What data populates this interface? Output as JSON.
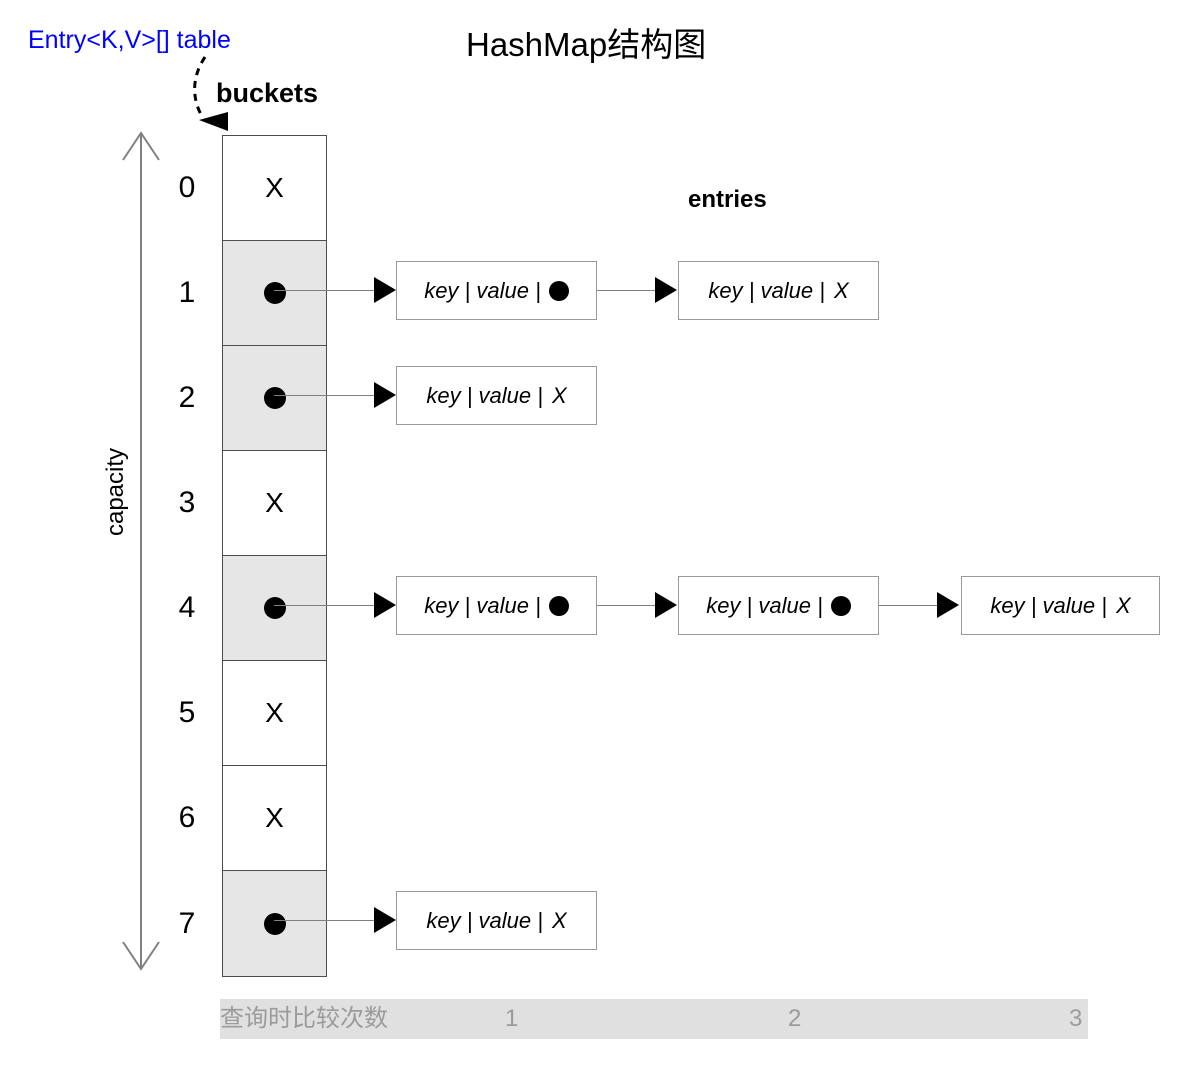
{
  "title": "HashMap结构图",
  "labels": {
    "table_ref": "Entry<K,V>[] table",
    "buckets": "buckets",
    "entries": "entries",
    "capacity": "capacity"
  },
  "colors": {
    "table_ref": "#0000ff",
    "filled_cell": "#e6e6e6",
    "empty_cell": "#ffffff",
    "cell_border": "#4d4d4d",
    "entry_border": "#999999",
    "legend_bar": "#e0e0e0",
    "legend_text": "#9b9b9b",
    "arrow": "#000000"
  },
  "entry_parts": {
    "key": "key",
    "separator": "|",
    "value": "value",
    "null_marker": "X",
    "pointer_icon": "filled-circle"
  },
  "buckets": [
    {
      "index": "0",
      "state": "empty",
      "marker": "X",
      "chain": []
    },
    {
      "index": "1",
      "state": "filled",
      "marker": "filled-circle",
      "chain": [
        {
          "key": "key",
          "value": "value",
          "next": "filled-circle"
        },
        {
          "key": "key",
          "value": "value",
          "next": "X"
        }
      ]
    },
    {
      "index": "2",
      "state": "filled",
      "marker": "filled-circle",
      "chain": [
        {
          "key": "key",
          "value": "value",
          "next": "X"
        }
      ]
    },
    {
      "index": "3",
      "state": "empty",
      "marker": "X",
      "chain": []
    },
    {
      "index": "4",
      "state": "filled",
      "marker": "filled-circle",
      "chain": [
        {
          "key": "key",
          "value": "value",
          "next": "filled-circle"
        },
        {
          "key": "key",
          "value": "value",
          "next": "filled-circle"
        },
        {
          "key": "key",
          "value": "value",
          "next": "X"
        }
      ]
    },
    {
      "index": "5",
      "state": "empty",
      "marker": "X",
      "chain": []
    },
    {
      "index": "6",
      "state": "empty",
      "marker": "X",
      "chain": []
    },
    {
      "index": "7",
      "state": "filled",
      "marker": "filled-circle",
      "chain": [
        {
          "key": "key",
          "value": "value",
          "next": "X"
        }
      ]
    }
  ],
  "legend": {
    "caption": "查询时比较次数",
    "counts": [
      "1",
      "2",
      "3"
    ]
  }
}
